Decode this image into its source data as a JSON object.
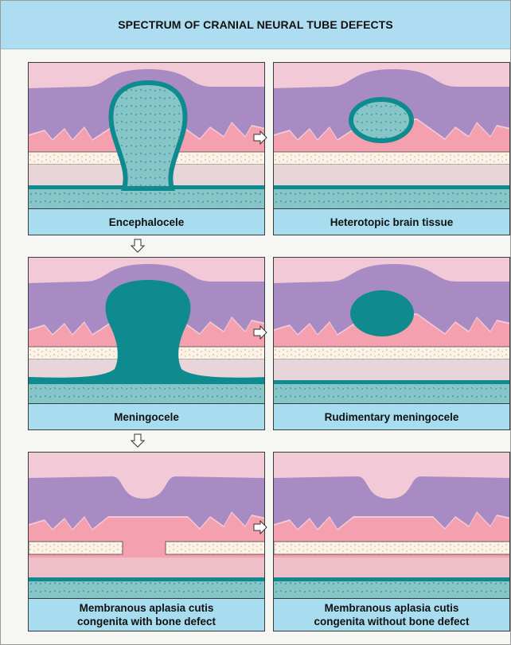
{
  "title": "SPECTRUM OF CRANIAL NEURAL TUBE DEFECTS",
  "panels": [
    {
      "id": "encephalocele",
      "lines": [
        "Encephalocele"
      ]
    },
    {
      "id": "heterotopic",
      "lines": [
        "Heterotopic brain tissue"
      ]
    },
    {
      "id": "meningocele",
      "lines": [
        "Meningocele"
      ]
    },
    {
      "id": "rudimentary",
      "lines": [
        "Rudimentary meningocele"
      ]
    },
    {
      "id": "aplasia-bone",
      "lines": [
        "Membranous aplasia cutis",
        "congenita with bone defect"
      ]
    },
    {
      "id": "aplasia-nobone",
      "lines": [
        "Membranous aplasia cutis",
        "congenita without bone defect"
      ]
    }
  ],
  "colors": {
    "skin": "#f2c9d7",
    "purple": "#a98bc4",
    "pink": "#f4a0ae",
    "bone": "#fbf3e6",
    "teal": "#0f8a8e",
    "brain": "#86c6c8",
    "caption": "#a8ddef"
  }
}
